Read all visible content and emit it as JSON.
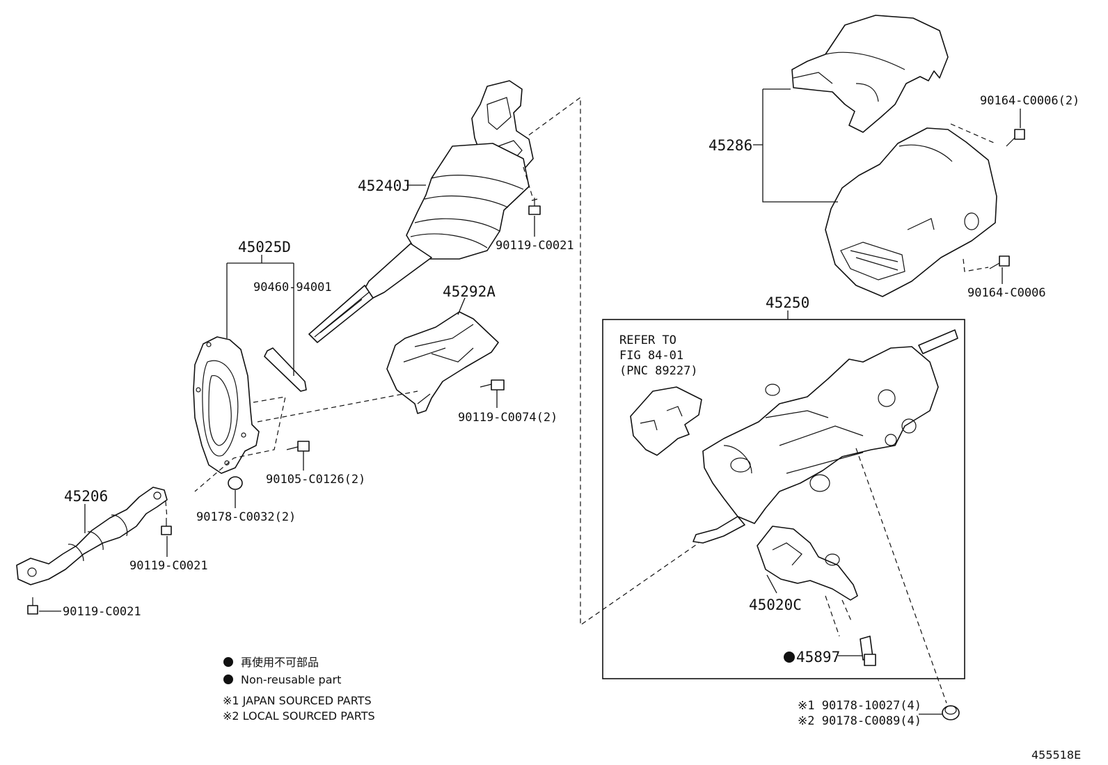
{
  "figure_id": "455518E",
  "labels": {
    "p45240J": "45240J",
    "p90119_top": "90119-C0021",
    "p45025D": "45025D",
    "p90460": "90460-94001",
    "p45292A": "45292A",
    "p90119_74": "90119-C0074(2)",
    "p90105": "90105-C0126(2)",
    "p90178_32": "90178-C0032(2)",
    "p45206": "45206",
    "p90119_mid": "90119-C0021",
    "p90119_bot": "90119-C0021",
    "p45286": "45286",
    "p90164_2": "90164-C0006(2)",
    "p90164": "90164-C0006",
    "p45250": "45250",
    "refer_1": "REFER TO",
    "refer_2": "FIG 84-01",
    "refer_3": "(PNC 89227)",
    "p45020C": "45020C",
    "p45897": "45897",
    "p90178_10027": "※1 90178-10027(4)",
    "p90178_C0089": "※2 90178-C0089(4)"
  },
  "legend": {
    "jp_non_reusable": "再使用不可部品",
    "non_reusable": "Non-reusable part",
    "japan_sourced": "※1 JAPAN SOURCED PARTS",
    "local_sourced": "※2 LOCAL SOURCED PARTS"
  }
}
